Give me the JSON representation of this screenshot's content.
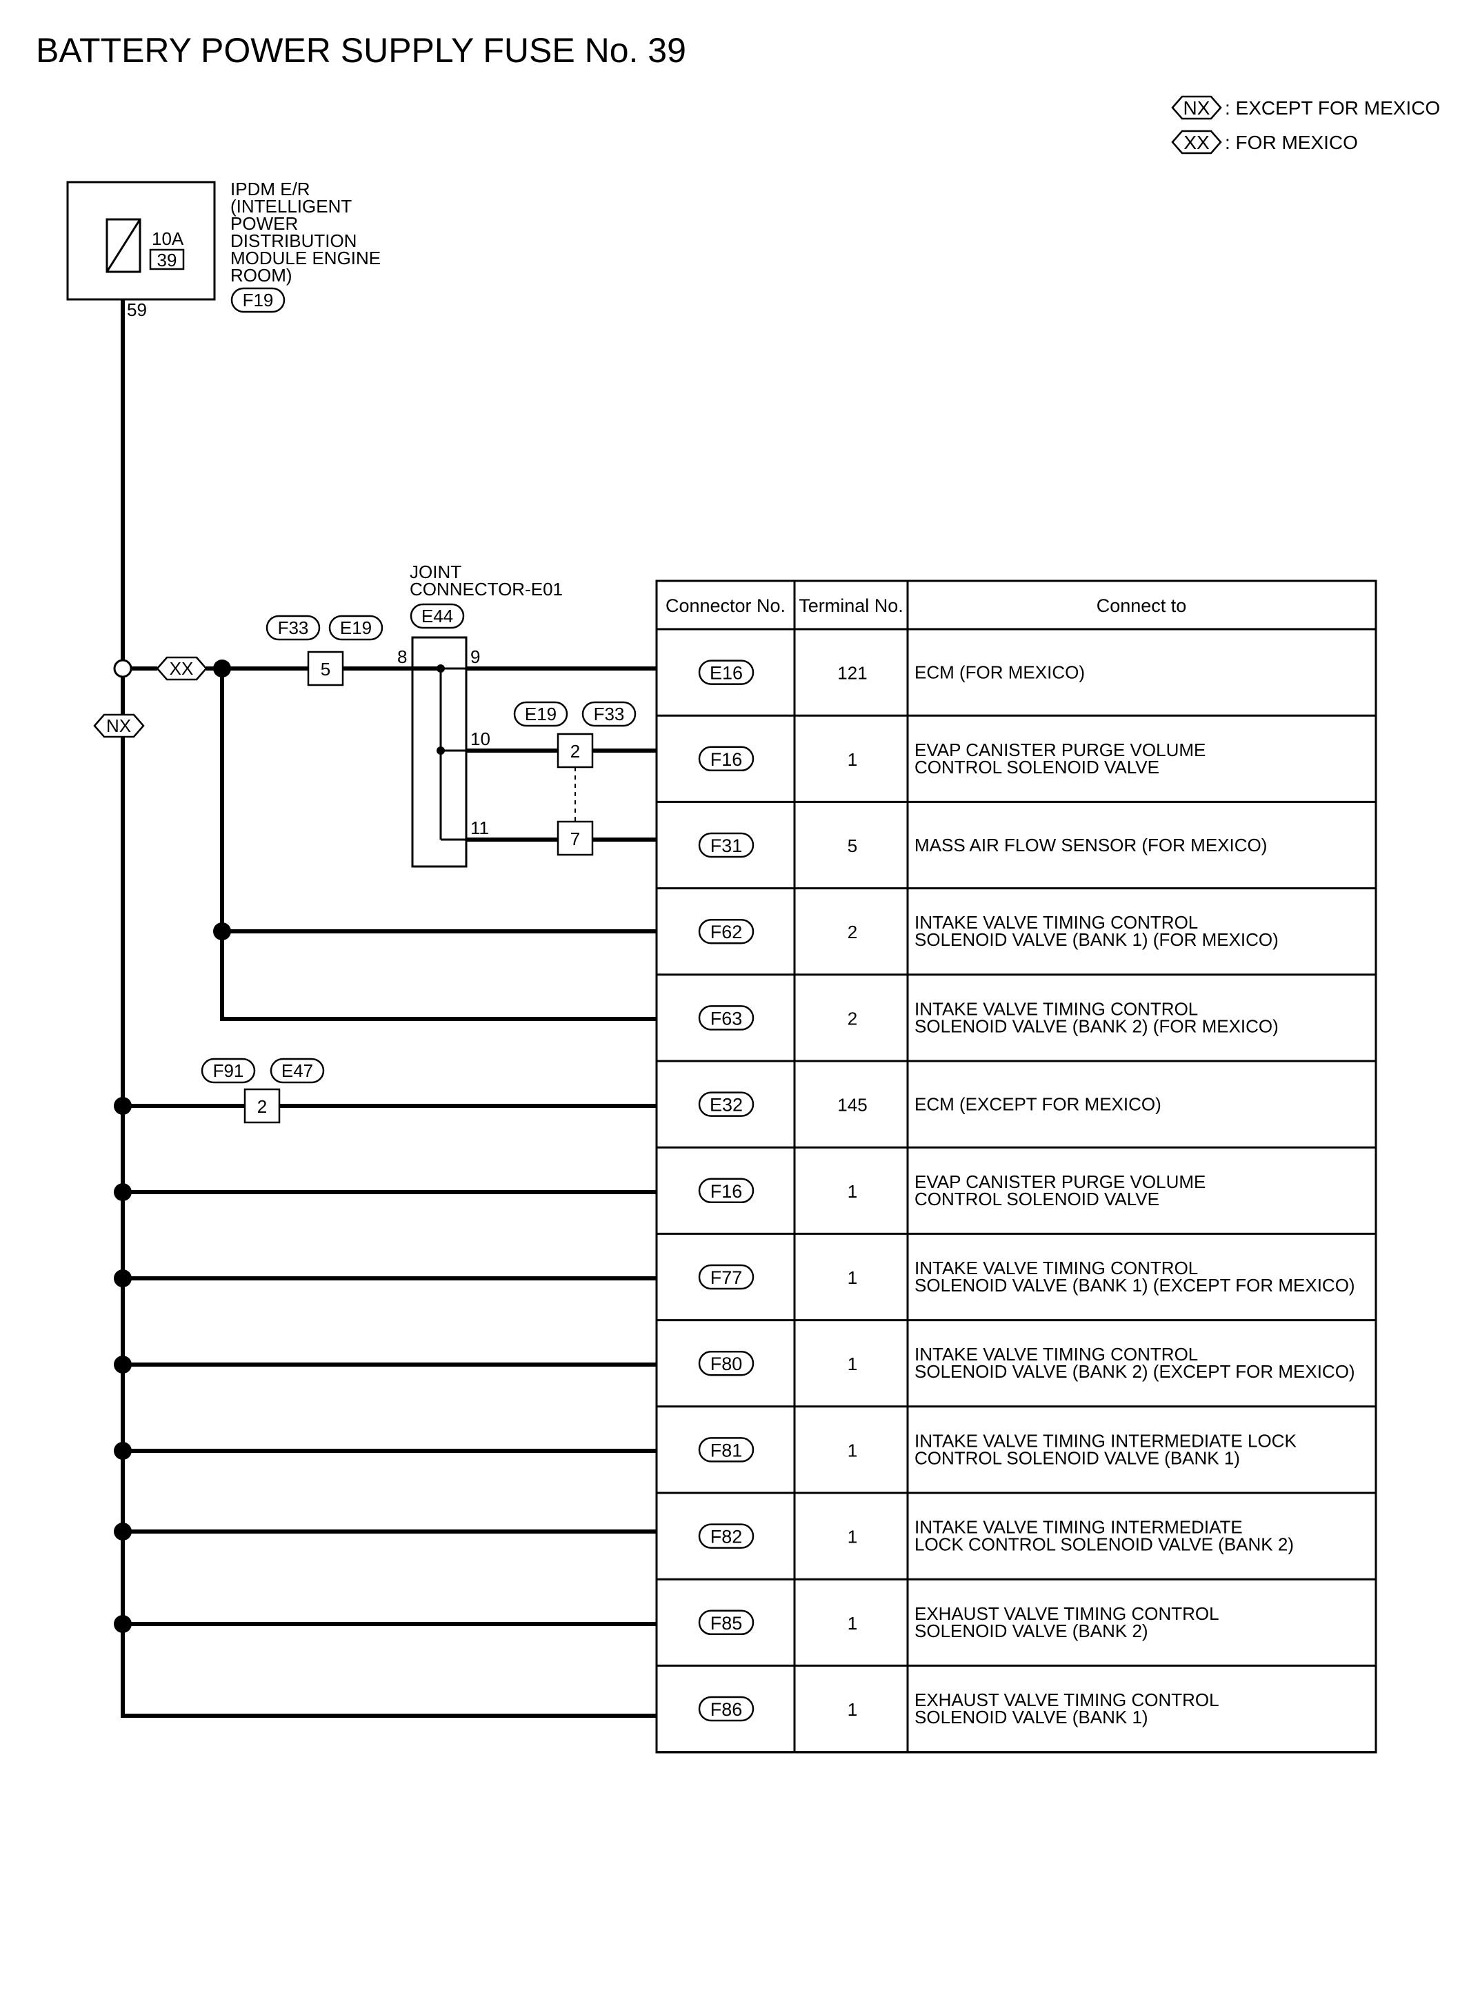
{
  "title": "BATTERY POWER SUPPLY FUSE No. 39",
  "legend": [
    {
      "code": "NX",
      "text": ": EXCEPT FOR MEXICO"
    },
    {
      "code": "XX",
      "text": ": FOR MEXICO"
    }
  ],
  "ipdm": {
    "lines": [
      "IPDM E/R",
      "(INTELLIGENT",
      "POWER",
      "DISTRIBUTION",
      "MODULE ENGINE",
      "ROOM)"
    ],
    "connector": "F19",
    "fuse_rating": "10A",
    "fuse_number": "39",
    "terminal": "59"
  },
  "joint": {
    "lines": [
      "JOINT",
      "CONNECTOR-E01"
    ],
    "connector": "E44",
    "terminals": [
      "8",
      "9",
      "10",
      "11"
    ]
  },
  "inline_connectors": {
    "upper": {
      "left": "F33",
      "right": "E19",
      "pin": "5"
    },
    "middle": {
      "left": "E19",
      "right": "F33",
      "pin_top": "2",
      "pin_bottom": "7"
    },
    "lower": {
      "left": "F91",
      "right": "E47",
      "pin": "2"
    }
  },
  "branch_tags": {
    "xx": "XX",
    "nx": "NX"
  },
  "table": {
    "headers": [
      "Connector No.",
      "Terminal No.",
      "Connect to"
    ],
    "rows": [
      {
        "conn": "E16",
        "term": "121",
        "to": [
          "ECM (FOR MEXICO)"
        ]
      },
      {
        "conn": "F16",
        "term": "1",
        "to": [
          "EVAP CANISTER PURGE VOLUME",
          "CONTROL SOLENOID VALVE"
        ]
      },
      {
        "conn": "F31",
        "term": "5",
        "to": [
          "MASS AIR FLOW SENSOR (FOR MEXICO)"
        ]
      },
      {
        "conn": "F62",
        "term": "2",
        "to": [
          "INTAKE VALVE TIMING CONTROL",
          "SOLENOID VALVE (BANK 1) (FOR MEXICO)"
        ]
      },
      {
        "conn": "F63",
        "term": "2",
        "to": [
          "INTAKE VALVE TIMING CONTROL",
          "SOLENOID VALVE (BANK 2) (FOR MEXICO)"
        ]
      },
      {
        "conn": "E32",
        "term": "145",
        "to": [
          "ECM (EXCEPT FOR MEXICO)"
        ]
      },
      {
        "conn": "F16",
        "term": "1",
        "to": [
          "EVAP CANISTER PURGE VOLUME",
          "CONTROL SOLENOID VALVE"
        ]
      },
      {
        "conn": "F77",
        "term": "1",
        "to": [
          "INTAKE VALVE TIMING CONTROL",
          "SOLENOID VALVE (BANK 1) (EXCEPT FOR MEXICO)"
        ]
      },
      {
        "conn": "F80",
        "term": "1",
        "to": [
          "INTAKE VALVE TIMING CONTROL",
          "SOLENOID VALVE (BANK 2) (EXCEPT FOR MEXICO)"
        ]
      },
      {
        "conn": "F81",
        "term": "1",
        "to": [
          "INTAKE VALVE TIMING INTERMEDIATE LOCK",
          "CONTROL SOLENOID VALVE (BANK 1)"
        ]
      },
      {
        "conn": "F82",
        "term": "1",
        "to": [
          "INTAKE VALVE TIMING INTERMEDIATE",
          "LOCK CONTROL SOLENOID VALVE (BANK 2)"
        ]
      },
      {
        "conn": "F85",
        "term": "1",
        "to": [
          "EXHAUST VALVE TIMING CONTROL",
          "SOLENOID VALVE (BANK 2)"
        ]
      },
      {
        "conn": "F86",
        "term": "1",
        "to": [
          "EXHAUST VALVE TIMING CONTROL",
          "SOLENOID VALVE (BANK 1)"
        ]
      }
    ]
  }
}
